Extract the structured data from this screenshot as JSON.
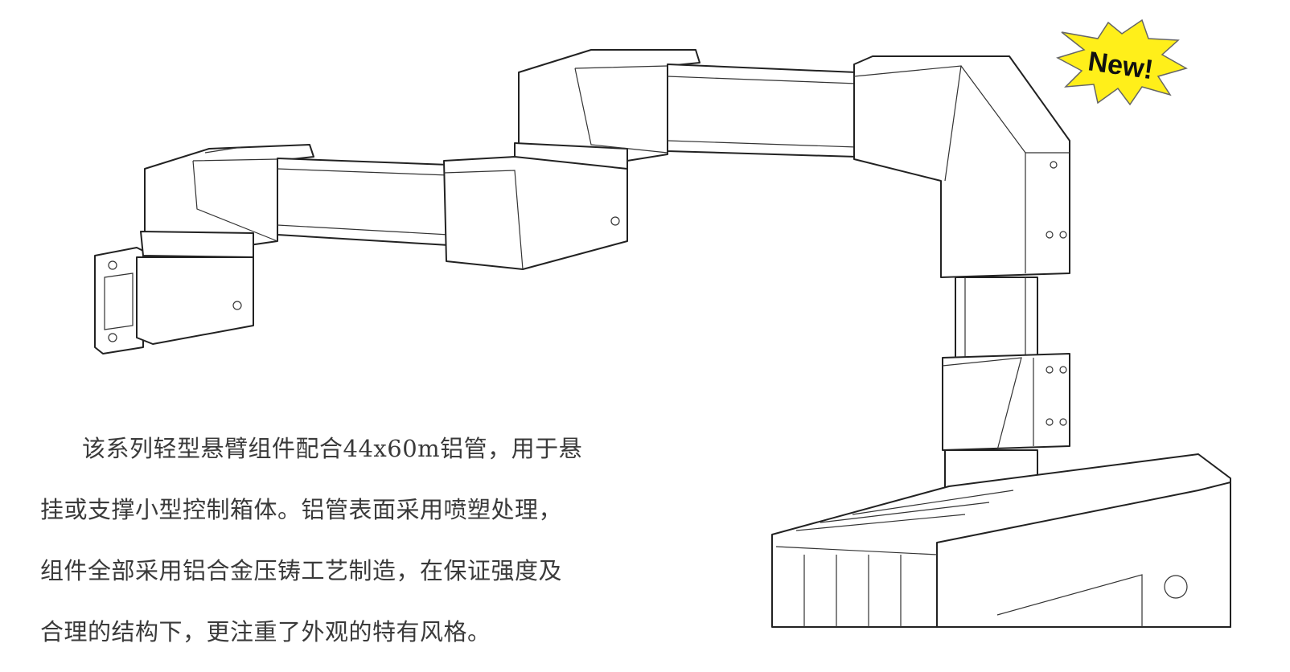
{
  "badge": {
    "label": "New!",
    "fill_color": "#ffef1a"
  },
  "description": {
    "lines": [
      "该系列轻型悬臂组件配合44x60m铝管，用于悬",
      "挂或支撑小型控制箱体。铝管表面采用喷塑处理，",
      "组件全部采用铝合金压铸工艺制造，在保证强度及",
      "合理的结构下，更注重了外观的特有风格。"
    ]
  }
}
